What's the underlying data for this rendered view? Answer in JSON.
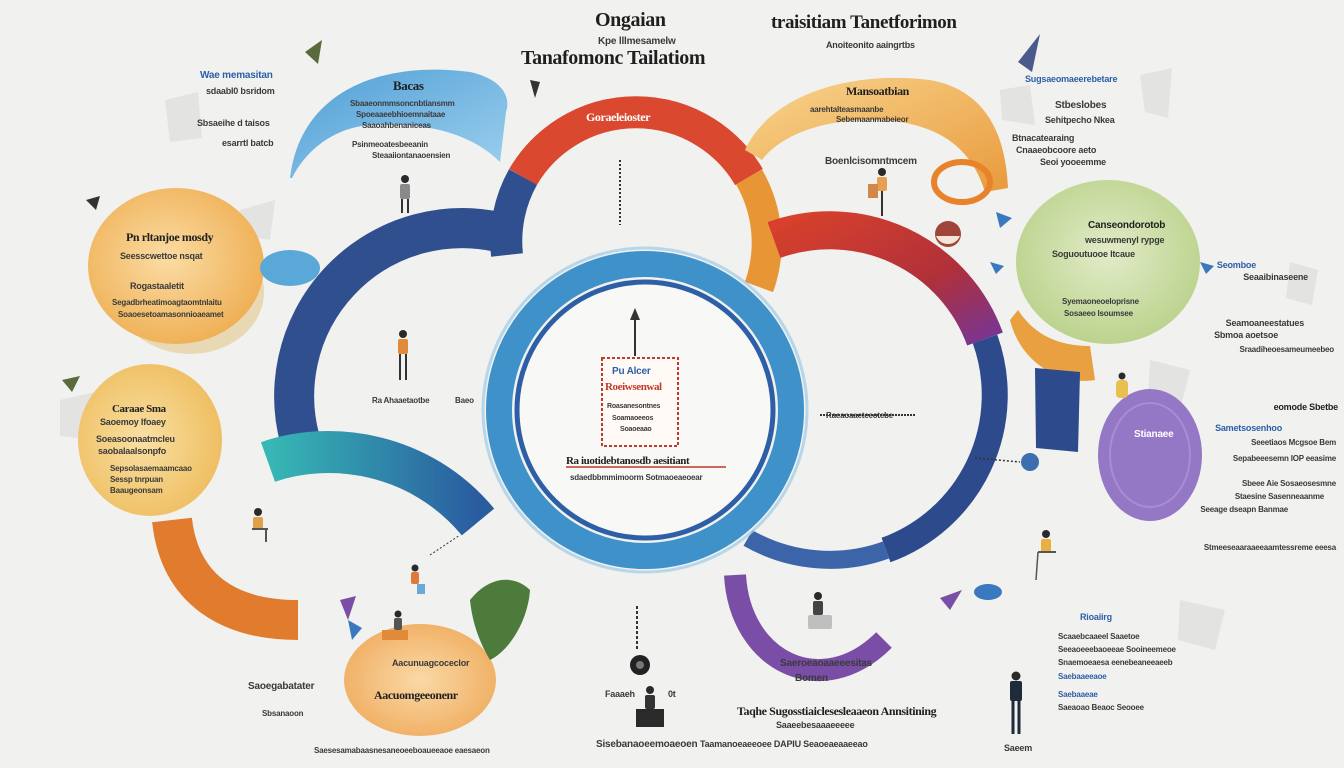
{
  "header": {
    "title_left": "Ongaian",
    "subtitle_left": "Kpe lllmesamelw",
    "title_main": "Tanafomonc Tailatiom",
    "title_right": "traisitiam Tanetforimon",
    "subtitle_right": "Anoiteonito aaingrtbs"
  },
  "top_left_note": [
    "Wae memasitan",
    "sdaabl0 bsridom",
    "Sbsaeihe d taisos",
    "esarrtl batcb"
  ],
  "blue_banner": {
    "title": "Bacas",
    "lines": [
      "Sbaaeonmmsoncnbtiansmm",
      "Spoeaaeebhioemnaitaae",
      "Saaoahbenaniceas",
      "Psinmeoatesbeeanin",
      "Steaaiiontanaoensien"
    ]
  },
  "red_arc_label": "Goraeleioster",
  "orange_banner": {
    "title": "Mansoatbian",
    "lines": [
      "aarehtalteasmaanbe",
      "Sebemaanmabeieor"
    ],
    "caption": "Boenlcisomntmcem"
  },
  "top_right_note": [
    "Sugsaeomaeerebetare",
    "Stbeslobes",
    "Sehitpecho Nkea",
    "Btnacatearaing",
    "Cnaaeobcoore aeto",
    "Seoi yooeemme"
  ],
  "green_circle": {
    "title": "Canseondorotob",
    "lines": [
      "wesuwmenyl rypge",
      "Soguoutuooe ltcaue",
      "Syemaoneoeloprisne",
      "Sosaeeo lsoumsee"
    ]
  },
  "right_side_note": [
    "Seomboe",
    "Seaaibinaseene",
    "Seamoaneestatues",
    "Sbmoa aoetsoe",
    "Sraadiheoesameumeebeo"
  ],
  "right_lower_note": [
    "eomode Sbetbe",
    "Sametsosenhoo",
    "Seeetiaos Mcgsoe Bem",
    "Sepabeeesemn IOP eeasime",
    "Sbeee Aie Sosaeosesmne",
    "Staesine Sasenneaanme",
    "Seeage dseapn Banmae",
    "Stmeeseaaraaeeaamtessreme eeesa"
  ],
  "purple_circle_label": "Stianaee",
  "bottom_right_note": {
    "title": "Rioaiirg",
    "lines": [
      "Scaaebcaaeel Saaetoe",
      "Seeaoeeebaoeeae Sooineemeoe",
      "Snaemoeaesa eenebeaneeaeeb",
      "Saebaaeeaoe",
      "Saebaaeae",
      "Saeaoao Beaoc Seooee"
    ],
    "caption": "Saeem"
  },
  "left_orange_circle": {
    "title": "Pn rltanjoe mosdy",
    "lines": [
      "Seesscwettoe nsqat",
      "Rogastaaletit",
      "Segadbrheatimoagtaomtnlaitu",
      "Soaoesetoamasonnioaeamet"
    ]
  },
  "left_yellow_circle": {
    "title": "Caraae Sma",
    "lines": [
      "Saoemoy Ifoaey",
      "Soeasoonaatmcleu",
      "saobalaalsonpfo",
      "Sepsolasaemaamcaao",
      "Sessp tnrpuan",
      "Baaugeonsam"
    ]
  },
  "left_mid_label": [
    "Ra Ahaaetaotbe",
    "Baeo"
  ],
  "center_box": {
    "title": "Pu Alcer",
    "lines": [
      "Roeiwsenwal",
      "Roasanesontnes",
      "Soamaoeeos",
      "Soaoeaao"
    ]
  },
  "center_caption": [
    "Ra iuotidebtanosdb aesitiant",
    "sdaedbbmmimoorm Sotmaoeaeoear"
  ],
  "right_ring_label": "Raeaoaaeteeotebe",
  "bottom_purple": [
    "Saeroeaoaaeeesitas",
    "Bomen"
  ],
  "bottom_left": {
    "label": "Saoegabatater",
    "blob_small": "Aacunuagcoceclor",
    "blob_title": "Aacuomgeeonenr",
    "sub": "Sbsanaoon",
    "footer": "Saesesamabaasnesaneoeeboaueeaoe eaesaeon"
  },
  "bottom_center": {
    "left": "Faaaeh",
    "right": "0t",
    "footer": "Sisebanaoeemoaeoen"
  },
  "bottom_right_caption": {
    "title": "Taqhe Sugosstiaiclesesleaaeon Annsitining",
    "sub": "Saaeebesaaaeeeee",
    "footer": "Taamanoeaeeoee DAPIU Seaoeaeaaeeao"
  },
  "colors": {
    "background": "#f1f1ef",
    "red": "#d9482f",
    "navy": "#2f4f8f",
    "blue": "#3f91c9",
    "light_blue": "#5aaada",
    "orange": "#e17b2d",
    "yellow_orange": "#f2b660",
    "green": "#c9dba2",
    "purple": "#8a62b8",
    "teal": "#2fb2b8"
  }
}
